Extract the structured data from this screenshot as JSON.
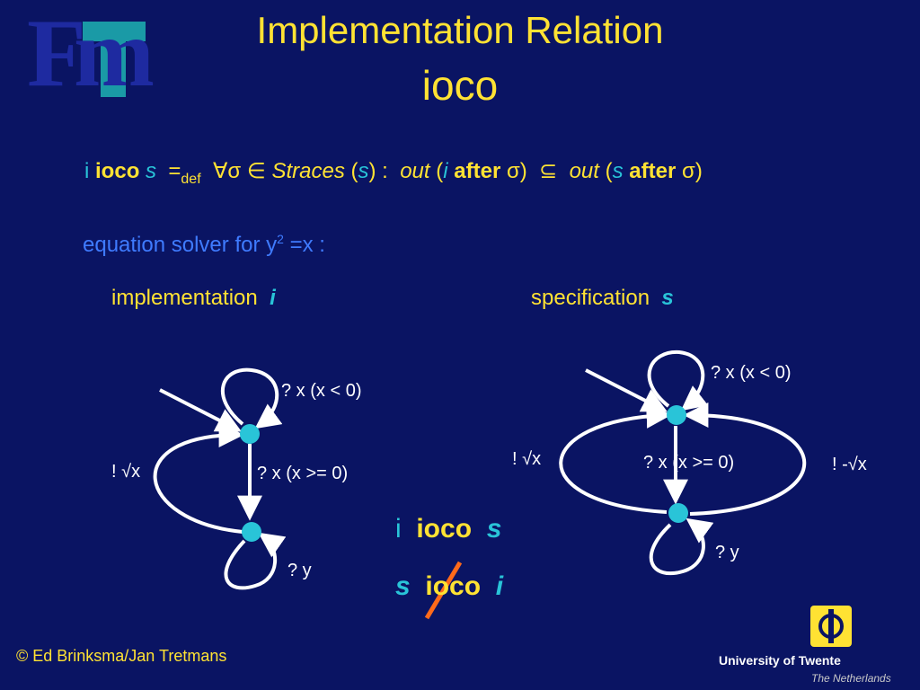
{
  "title": {
    "line1": "Implementation Relation",
    "line2": "ioco"
  },
  "logo": {
    "letters": "Fm"
  },
  "formula": {
    "i": "i",
    "ioco": "ioco",
    "s": "s",
    "eq": "=",
    "def": "def",
    "quant": "∀σ ∈",
    "straces": "Straces",
    "open": "(",
    "close": ")",
    "colon": " :",
    "out": "out",
    "after": "after",
    "sigma": "σ",
    "subseteq": "⊆"
  },
  "problem": {
    "text": "equation solver for y",
    "sup": "2",
    "rest": " =x :"
  },
  "impl": {
    "heading": "implementation",
    "var": "i"
  },
  "spec": {
    "heading": "specification",
    "var": "s"
  },
  "impl_labels": {
    "loop_top": "? x (x < 0)",
    "output": "! √x",
    "down": "? x (x >= 0)",
    "loop_bottom": "? y"
  },
  "spec_labels": {
    "loop_top": "? x (x < 0)",
    "output_left": "! √x",
    "down": "? x (x >= 0)",
    "output_right": "! -√x",
    "loop_bottom": "? y"
  },
  "relations": {
    "r1": {
      "left": "i",
      "op": "ioco",
      "right": "s"
    },
    "r2": {
      "left": "s",
      "op": "ioco",
      "right": "i"
    }
  },
  "footer": {
    "copyright": "© Ed Brinksma/Jan Tretmans",
    "university": "University of Twente",
    "country": "The Netherlands"
  },
  "colors": {
    "background": "#0a1463",
    "title": "#ffe233",
    "state": "#29c4d8",
    "highlight": "#3f7bff",
    "strike": "#ff6a1a"
  }
}
